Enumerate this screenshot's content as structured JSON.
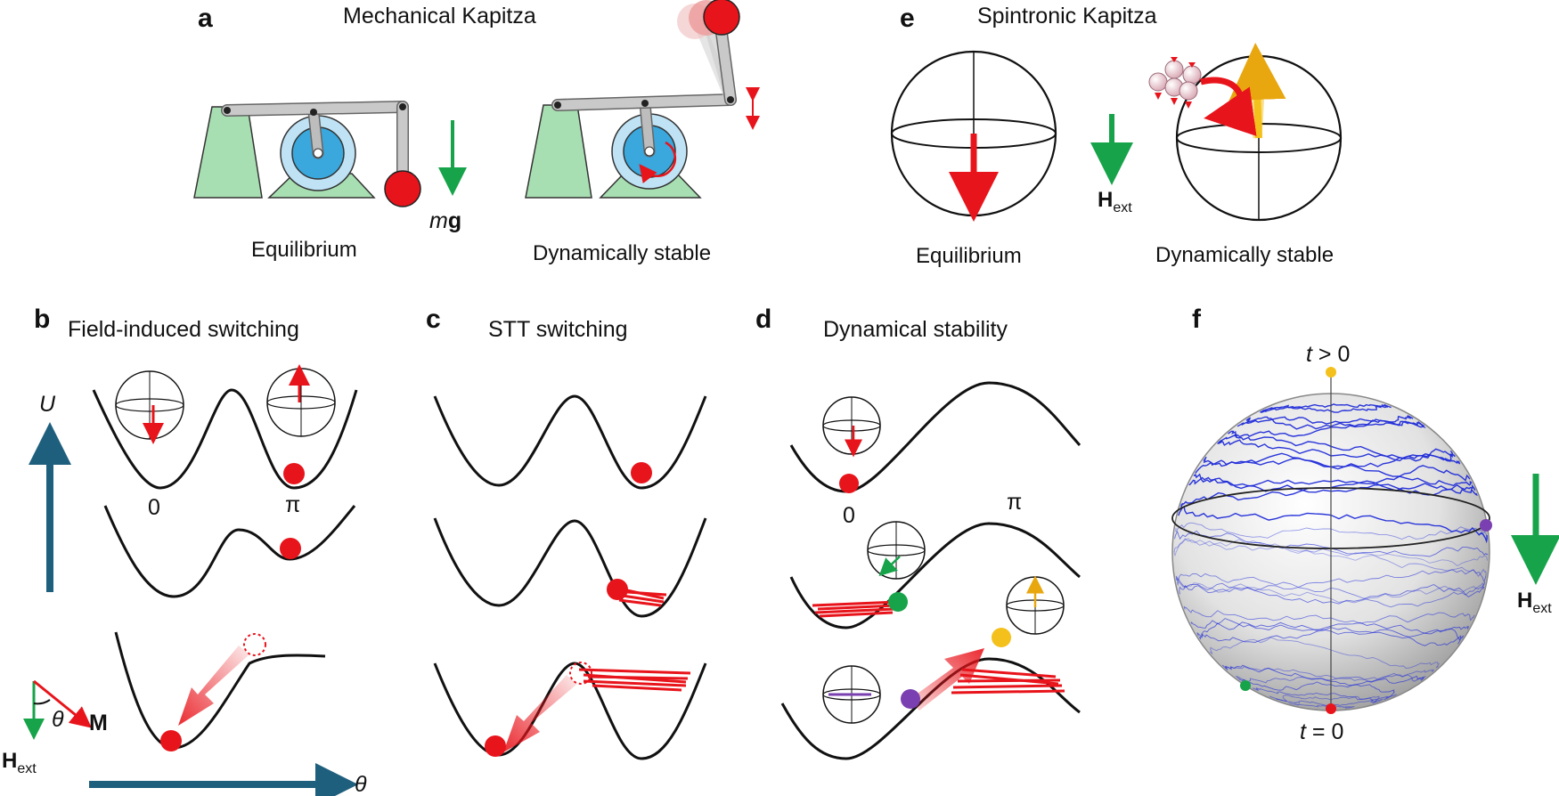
{
  "panels": {
    "a": {
      "letter": "a",
      "title": "Mechanical Kapitza",
      "left_caption": "Equilibrium",
      "right_caption": "Dynamically stable",
      "gravity_m": "m",
      "gravity_g": "g"
    },
    "b": {
      "letter": "b",
      "title": "Field-induced switching",
      "energy_axis": "U",
      "label_zero": "0",
      "label_pi": "π",
      "angle_symbol": "θ",
      "magnetization": "M",
      "field_H": "H",
      "field_sub": "ext",
      "x_axis": "θ"
    },
    "c": {
      "letter": "c",
      "title": "STT switching"
    },
    "d": {
      "letter": "d",
      "title": "Dynamical stability",
      "label_zero": "0",
      "label_pi": "π"
    },
    "e": {
      "letter": "e",
      "title": "Spintronic Kapitza",
      "left_caption": "Equilibrium",
      "right_caption": "Dynamically stable",
      "field_H": "H",
      "field_sub": "ext"
    },
    "f": {
      "letter": "f",
      "top_label": "t > 0",
      "bottom_label": "t = 0",
      "field_H": "H",
      "field_sub": "ext"
    }
  },
  "colors": {
    "magnet_red": "#e8141b",
    "field_green": "#17a34a",
    "axis_blue": "#1f5f7e",
    "trajectory_blue": "#1f2bd8",
    "wheel_blue": "#3aa7dd",
    "stand_green": "#a8dfb2",
    "spin_yellow": "#f4c01b"
  }
}
